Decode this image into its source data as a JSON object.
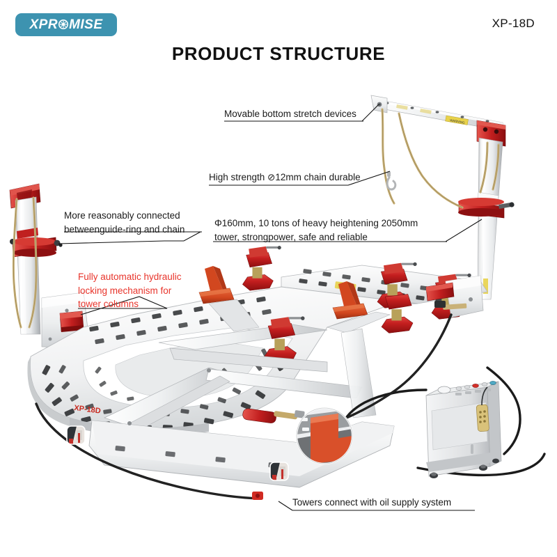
{
  "header": {
    "logo_text_part1": "XPR",
    "logo_text_part2": "MISE",
    "logo_icon": "wheel-icon",
    "logo_bg_color": "#3d93b0",
    "model_code": "XP-18D",
    "title": "PRODUCT STRUCTURE"
  },
  "callouts": [
    {
      "id": "movable-bottom-stretch-devices",
      "text": "Movable bottom stretch devices",
      "color": "#1a1a1a"
    },
    {
      "id": "high-strength-chain",
      "text": "High strength ⊘12mm chain durable",
      "color": "#1a1a1a"
    },
    {
      "id": "guide-ring-chain-connection",
      "text": "More reasonably connected\nbetweenguide-ring and chain",
      "color": "#1a1a1a"
    },
    {
      "id": "heavy-heightening-tower",
      "text": "Φ160mm, 10 tons of heavy heightening 2050mm\ntower, strongpower, safe and reliable",
      "color": "#1a1a1a"
    },
    {
      "id": "hydraulic-locking-mechanism",
      "text": "Fully automatic hydraulic\nlocking mechanism for\ntower columns",
      "color": "#e8342b"
    },
    {
      "id": "towers-oil-supply",
      "text": "Towers connect with oil supply system",
      "color": "#1a1a1a"
    }
  ],
  "product": {
    "bench_brand_mark": "XP-18D",
    "colors": {
      "body_white": "#f2f2f2",
      "body_shadow": "#c9cbcd",
      "accent_red": "#cc1f20",
      "accent_red_dark": "#93100f",
      "accent_orange": "#d9502a",
      "chain_gold": "#c9b178",
      "console_gray": "#e3e4e6",
      "hose_black": "#1b1b1b",
      "warning_yellow": "#e8d24a"
    }
  }
}
